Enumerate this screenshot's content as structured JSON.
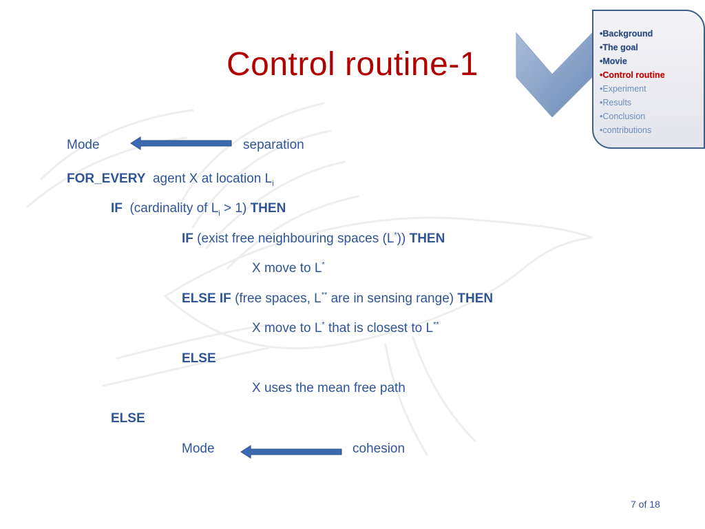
{
  "slide": {
    "title": "Control routine-1",
    "slide_number": "7 of 18"
  },
  "nav": {
    "items": [
      {
        "label": "•Background",
        "state": "done"
      },
      {
        "label": "•The goal",
        "state": "done"
      },
      {
        "label": "•Movie",
        "state": "done"
      },
      {
        "label": "•Control routine",
        "state": "current"
      },
      {
        "label": "•Experiment",
        "state": "upcoming"
      },
      {
        "label": "•Results",
        "state": "upcoming"
      },
      {
        "label": "•Conclusion",
        "state": "upcoming"
      },
      {
        "label": "•contributions",
        "state": "upcoming"
      }
    ]
  },
  "code": {
    "l1": {
      "left": "Mode",
      "right": "separation"
    },
    "l2": {
      "kw": "FOR_EVERY",
      "text": "agent X at location L",
      "sub": "i"
    },
    "l3": {
      "kw1": "IF",
      "text1": "(cardinality of L",
      "sub": "i",
      "text2": " > 1) ",
      "kw2": "THEN"
    },
    "l4": {
      "kw1": "IF",
      "text1": " (exist free neighbouring spaces (L",
      "sup": "*",
      "text2": ")) ",
      "kw2": "THEN"
    },
    "l5": {
      "text": "X move to L",
      "sup": "*"
    },
    "l6": {
      "kw1": "ELSE IF",
      "text1": " (free spaces, L",
      "sup": "**",
      "text2": " are in sensing range) ",
      "kw2": "THEN"
    },
    "l7": {
      "text1": "X move to L",
      "sup1": "*",
      "text2": " that is closest to L",
      "sup2": "**"
    },
    "l8": {
      "kw": "ELSE"
    },
    "l9": {
      "text": "X uses the mean free path"
    },
    "l10": {
      "kw": "ELSE"
    },
    "l11": {
      "left": "Mode",
      "right": "cohesion"
    }
  },
  "colors": {
    "title": "#b00000",
    "body_text": "#2f5597",
    "arrow": "#3a6bb0",
    "current_nav": "#c00000"
  }
}
